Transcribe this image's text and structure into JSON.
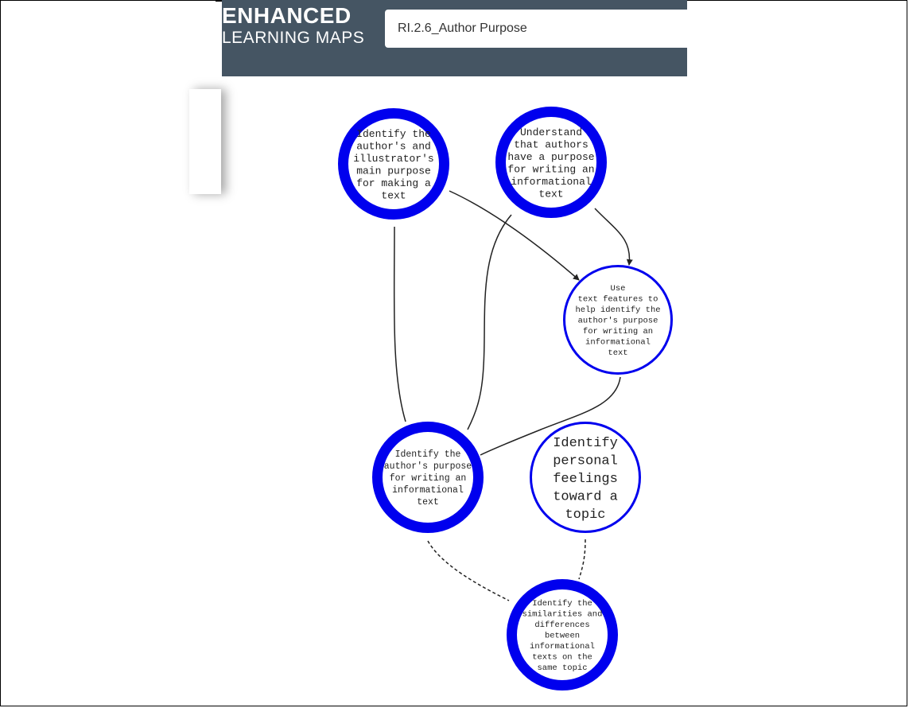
{
  "header": {
    "logo_line1": "ENHANCED",
    "logo_line2": "LEARNING MAPS",
    "search_value": "RI.2.6_Author Purpose"
  },
  "colors": {
    "header_bg": "#455563",
    "node_stroke": "#0000ee",
    "edge": "#222222"
  },
  "map": {
    "nodes": [
      {
        "id": "n1",
        "lines": [
          "Identify the",
          "author's and",
          "illustrator's",
          "main purpose",
          "for making a",
          "text"
        ],
        "emphasis": "thick"
      },
      {
        "id": "n2",
        "lines": [
          "Understand",
          "that authors",
          "have a purpose",
          "for writing an",
          "informational",
          "text"
        ],
        "emphasis": "thick"
      },
      {
        "id": "n3",
        "lines": [
          "Use",
          "text features to",
          "help identify the",
          "author's purpose",
          "for writing an",
          "informational",
          "text"
        ],
        "emphasis": "thin"
      },
      {
        "id": "n4",
        "lines": [
          "Identify the",
          "author's purpose",
          "for writing an",
          "informational",
          "text"
        ],
        "emphasis": "thick"
      },
      {
        "id": "n5",
        "lines": [
          "Identify",
          "personal",
          "feelings",
          "toward a",
          "topic"
        ],
        "emphasis": "thin"
      },
      {
        "id": "n6",
        "lines": [
          "Identify the",
          "similarities and",
          "differences",
          "between",
          "informational",
          "texts on the",
          "same topic"
        ],
        "emphasis": "thick"
      }
    ],
    "edges": [
      {
        "from": "n1",
        "to": "n3",
        "style": "solid",
        "arrow": true
      },
      {
        "from": "n2",
        "to": "n3",
        "style": "solid",
        "arrow": true
      },
      {
        "from": "n1",
        "to": "n4",
        "style": "solid",
        "arrow": false
      },
      {
        "from": "n2",
        "to": "n4",
        "style": "solid",
        "arrow": false
      },
      {
        "from": "n3",
        "to": "n4",
        "style": "solid",
        "arrow": false
      },
      {
        "from": "n4",
        "to": "n6",
        "style": "dashed",
        "arrow": false
      },
      {
        "from": "n5",
        "to": "n6",
        "style": "dashed",
        "arrow": false
      }
    ]
  }
}
